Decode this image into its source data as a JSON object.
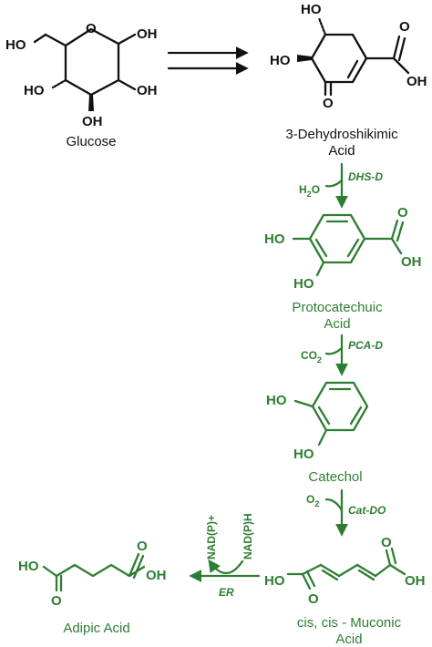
{
  "colors": {
    "substrate": "#111111",
    "pathway": "#2e7d32"
  },
  "compounds": {
    "glucose": {
      "name": "Glucose",
      "atom_labels": [
        "HO",
        "O",
        "OH",
        "HO",
        "OH",
        "OH"
      ]
    },
    "dhs": {
      "name_line1": "3-Dehydroshikimic",
      "name_line2": "Acid",
      "atom_labels": [
        "HO",
        "HO",
        "O",
        "O",
        "OH"
      ]
    },
    "protocatechuic": {
      "name_line1": "Protocatechuic",
      "name_line2": "Acid",
      "atom_labels": [
        "HO",
        "HO",
        "O",
        "OH"
      ]
    },
    "catechol": {
      "name": "Catechol",
      "atom_labels": [
        "HO",
        "HO"
      ]
    },
    "muconic": {
      "name_line1": "cis, cis - Muconic",
      "name_line2": "Acid",
      "atom_labels": [
        "O",
        "OH",
        "HO",
        "O"
      ]
    },
    "adipic": {
      "name": "Adipic Acid",
      "atom_labels": [
        "HO",
        "O",
        "O",
        "OH"
      ]
    }
  },
  "steps": {
    "dhs_d": {
      "enzyme": "DHS-D",
      "byproduct_main": "H",
      "byproduct_sub": "2",
      "byproduct_tail": "O"
    },
    "pca_d": {
      "enzyme": "PCA-D",
      "byproduct_main": "CO",
      "byproduct_sub": "2"
    },
    "cat_do": {
      "enzyme": "Cat-DO",
      "cosubstrate_main": "O",
      "cosubstrate_sub": "2"
    },
    "er": {
      "enzyme": "ER",
      "cofactor_in": "NAD(P)H",
      "cofactor_out": "NAD(P)+"
    }
  }
}
